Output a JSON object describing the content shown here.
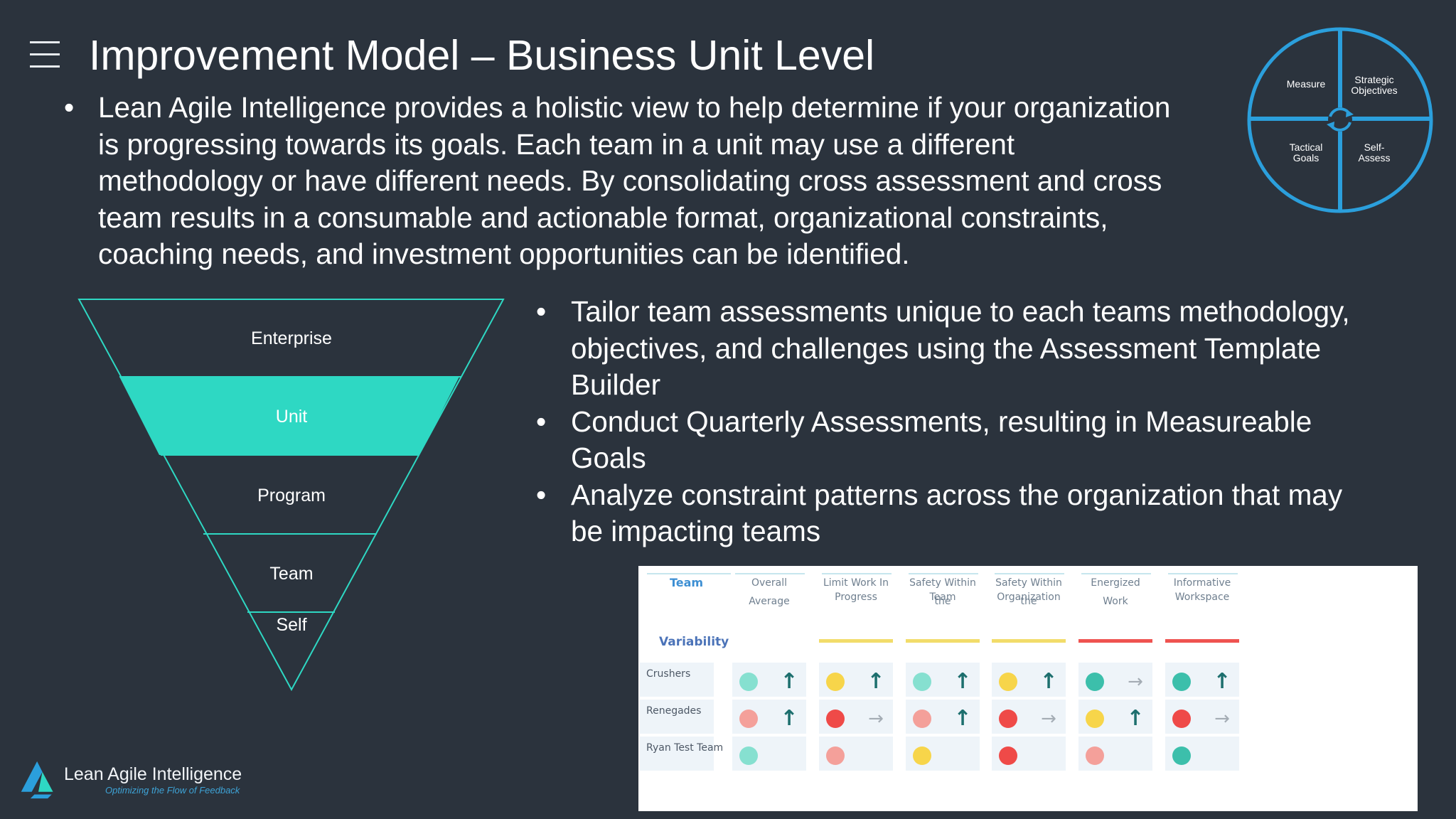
{
  "slide": {
    "title": "Improvement Model – Business Unit Level",
    "intro_lines": [
      "Lean Agile Intelligence provides a holistic view to help determine if your organization",
      "is progressing towards its goals. Each team in a unit may use a different",
      "methodology or have different needs. By consolidating cross assessment and cross",
      "team results in a consumable and actionable format, organizational constraints,",
      "coaching needs, and investment opportunities can be identified."
    ]
  },
  "cycle": {
    "measure": "Measure",
    "strategic_1": "Strategic",
    "strategic_2": "Objectives",
    "tactical_1": "Tactical",
    "tactical_2": "Goals",
    "self_1": "Self-",
    "self_2": "Assess"
  },
  "funnel": {
    "levels": [
      "Enterprise",
      "Unit",
      "Program",
      "Team",
      "Self"
    ],
    "highlighted": "Unit"
  },
  "points": [
    [
      "Tailor team assessments unique to each teams methodology,",
      "objectives, and challenges using the Assessment Template",
      "Builder"
    ],
    [
      "Conduct Quarterly Assessments, resulting in Measureable",
      "Goals"
    ],
    [
      "Analyze constraint patterns across the organization that may",
      "be impacting teams"
    ]
  ],
  "dashboard": {
    "team_header": "Team",
    "variability_label": "Variability",
    "columns": [
      {
        "l1": "Overall Average",
        "l2": "",
        "variability": null
      },
      {
        "l1": "Limit Work In",
        "l2": "Progress",
        "variability": "#f2dc6a"
      },
      {
        "l1": "Safety Within the",
        "l2": "Team",
        "variability": "#f2dc6a"
      },
      {
        "l1": "Safety Within the",
        "l2": "Organization",
        "variability": "#f2dc6a"
      },
      {
        "l1": "Energized Work",
        "l2": "",
        "variability": "#ef5350"
      },
      {
        "l1": "Informative",
        "l2": "Workspace",
        "variability": "#ef5350"
      }
    ],
    "rows": [
      {
        "team": "Crushers",
        "cells": [
          {
            "dot": "#86e0d0",
            "trend": "up"
          },
          {
            "dot": "#f7d54a",
            "trend": "up"
          },
          {
            "dot": "#86e0d0",
            "trend": "up"
          },
          {
            "dot": "#f7d54a",
            "trend": "up"
          },
          {
            "dot": "#3cbfab",
            "trend": "right"
          },
          {
            "dot": "#3cbfab",
            "trend": "up"
          }
        ]
      },
      {
        "team": "Renegades",
        "cells": [
          {
            "dot": "#f4a09a",
            "trend": "up"
          },
          {
            "dot": "#ef4a48",
            "trend": "right"
          },
          {
            "dot": "#f4a09a",
            "trend": "up"
          },
          {
            "dot": "#ef4a48",
            "trend": "right"
          },
          {
            "dot": "#f7d54a",
            "trend": "up"
          },
          {
            "dot": "#ef4a48",
            "trend": "right"
          }
        ]
      },
      {
        "team": "Ryan Test Team",
        "cells": [
          {
            "dot": "#86e0d0",
            "trend": null
          },
          {
            "dot": "#f4a09a",
            "trend": null
          },
          {
            "dot": "#f7d54a",
            "trend": null
          },
          {
            "dot": "#ef4a48",
            "trend": null
          },
          {
            "dot": "#f4a09a",
            "trend": null
          },
          {
            "dot": "#3cbfab",
            "trend": null
          }
        ]
      }
    ]
  },
  "brand": {
    "name": "Lean Agile Intelligence",
    "tagline": "Optimizing the Flow of Feedback"
  },
  "colors": {
    "background": "#2b333d",
    "accent_teal": "#2ed8c3",
    "accent_blue": "#2b9fdc"
  }
}
